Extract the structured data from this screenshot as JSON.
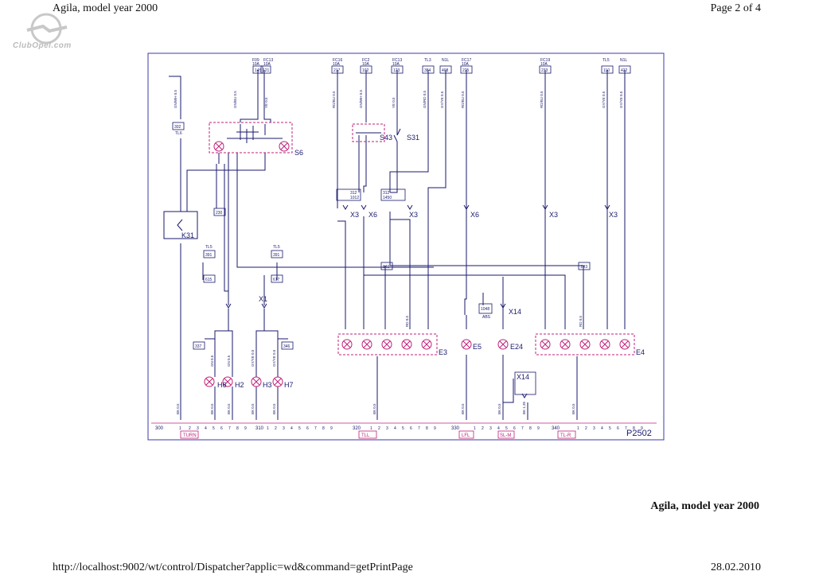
{
  "header": {
    "title": "Agila, model year 2000",
    "page": "Page 2 of 4"
  },
  "logo": {
    "text": "ClubOpel.com"
  },
  "diagram": {
    "id": "P2502",
    "fuses_left": [
      {
        "id": "F09",
        "rating": "10A",
        "wire": "145"
      },
      {
        "id": "FC13",
        "rating": "10A",
        "wire": "121"
      }
    ],
    "fuses_right": [
      {
        "id": "FC16",
        "rating": "10A",
        "wire": "217"
      },
      {
        "id": "FC2",
        "rating": "10A",
        "wire": "102"
      },
      {
        "id": "FC13",
        "rating": "10A",
        "wire": "123"
      },
      {
        "id": "TL3",
        "rating": "",
        "wire": "384"
      },
      {
        "id": "N1L",
        "rating": "",
        "wire": "408"
      },
      {
        "id": "FC17",
        "rating": "10A",
        "wire": "225"
      },
      {
        "id": "FC19",
        "rating": "10A",
        "wire": "233"
      },
      {
        "id": "TL5",
        "rating": "",
        "wire": "110"
      },
      {
        "id": "N1L",
        "rating": "",
        "wire": "422"
      }
    ],
    "components": {
      "switch_s6": "S6",
      "switch_s43": "S43",
      "switch_s31": "S31",
      "relay_k31": "K31",
      "x1": "X1",
      "x3a": "X3",
      "x6a": "X6",
      "x3b": "X3",
      "x6b": "X6",
      "x3c": "X3",
      "x3d": "X3",
      "x14a": "X14",
      "x14b": "X14",
      "h6": "H6",
      "h2": "H2",
      "h3": "H3",
      "h7": "H7",
      "e3": "E3",
      "e5": "E5",
      "e24": "E24",
      "e4": "E4"
    },
    "small_labels": {
      "l302": "302",
      "tl302": "TL6",
      "l230": "230",
      "l391a": "391",
      "tl1": "TL5",
      "l391b": "391",
      "tl2": "TL5",
      "l615": "615",
      "l617": "617",
      "l337": "337",
      "l346": "346",
      "l1048": "1048",
      "abs": "ABS",
      "l840": "840",
      "l1h3": "1H3",
      "l312a": "312",
      "l1012": "1012",
      "l312b": "312",
      "l1450": "1450"
    },
    "wire_labels": [
      "GN/WH 0.5",
      "GN/BU 0.5",
      "YE 0.5",
      "RD/BU 0.5",
      "BK 0.5",
      "BK 1.35",
      "GY/YE 0.5",
      "GN 0.5",
      "RD 0.5",
      "GN/RD 0.5"
    ],
    "ground_groups": [
      {
        "num": "300",
        "label": "TURN"
      },
      {
        "num": "310",
        "label": ""
      },
      {
        "num": "320",
        "label": "TLL"
      },
      {
        "num": "330",
        "label": "LFL"
      },
      {
        "num": "",
        "label": "SL-M"
      },
      {
        "num": "340",
        "label": "TL-R"
      }
    ]
  },
  "footer": {
    "title": "Agila, model year 2000",
    "url": "http://localhost:9002/wt/control/Dispatcher?applic=wd&command=getPrintPage",
    "date": "28.02.2010"
  },
  "colors": {
    "diagram_line": "#1a1a6e",
    "component": "#c0207a",
    "frame": "#3b3baa"
  }
}
